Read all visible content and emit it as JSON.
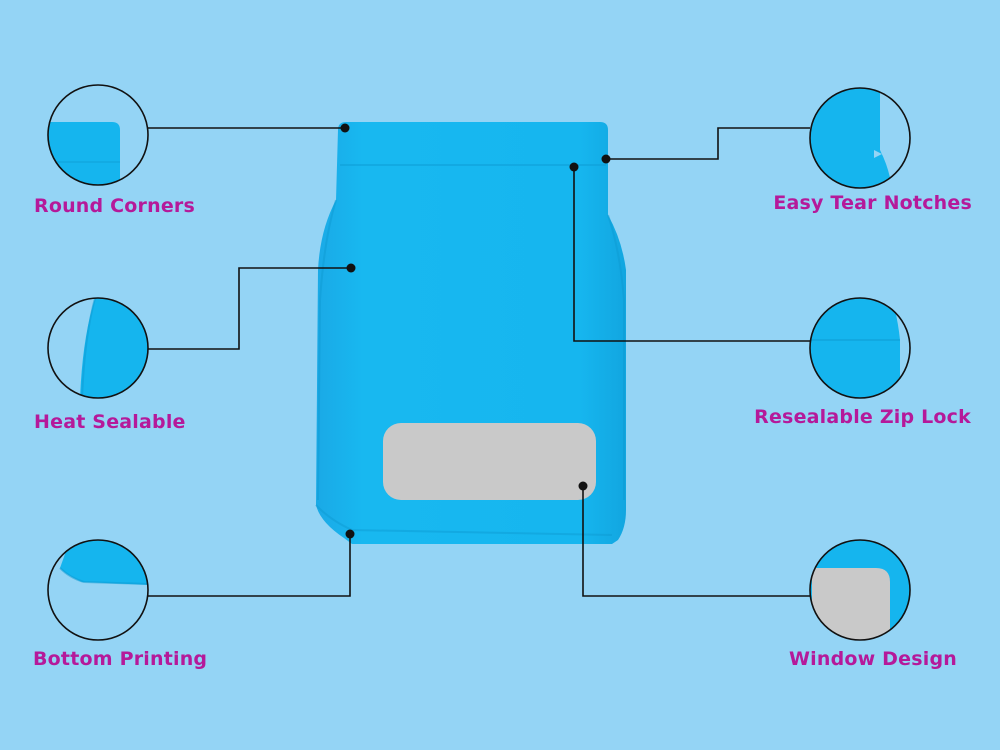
{
  "colors": {
    "background": "#94d4f5",
    "bag": "#15b5ee",
    "bag_shadow": "#0fa3dc",
    "window": "#c9c9c9",
    "label": "#b5199a",
    "line": "#111111"
  },
  "features": {
    "round_corners": "Round Corners",
    "heat_sealable": "Heat Sealable",
    "bottom_printing": "Bottom Printing",
    "easy_tear_notches": "Easy Tear Notches",
    "resealable_zip_lock": "Resealable Zip Lock",
    "window_design": "Window Design"
  }
}
